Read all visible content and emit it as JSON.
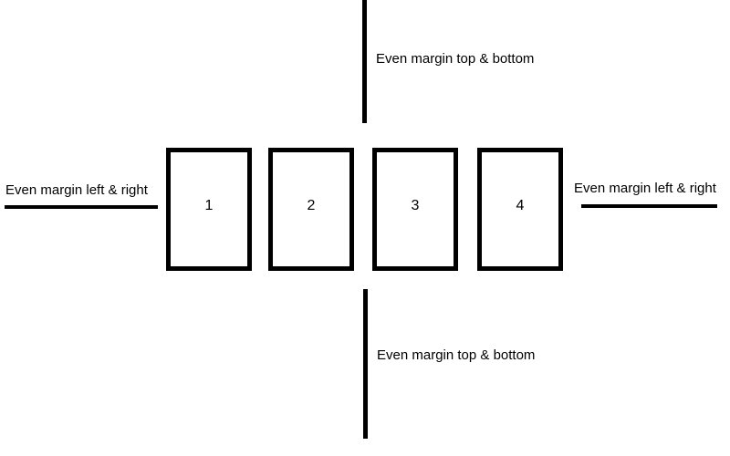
{
  "canvas": {
    "background_color": "#ffffff",
    "line_color": "#000000",
    "text_color": "#000000"
  },
  "annotations": {
    "top": {
      "label": "Even margin top & bottom"
    },
    "bottom": {
      "label": "Even margin top & bottom"
    },
    "left": {
      "label": "Even margin left & right"
    },
    "right": {
      "label": "Even margin left & right"
    }
  },
  "boxes": [
    {
      "label": "1"
    },
    {
      "label": "2"
    },
    {
      "label": "3"
    },
    {
      "label": "4"
    }
  ]
}
